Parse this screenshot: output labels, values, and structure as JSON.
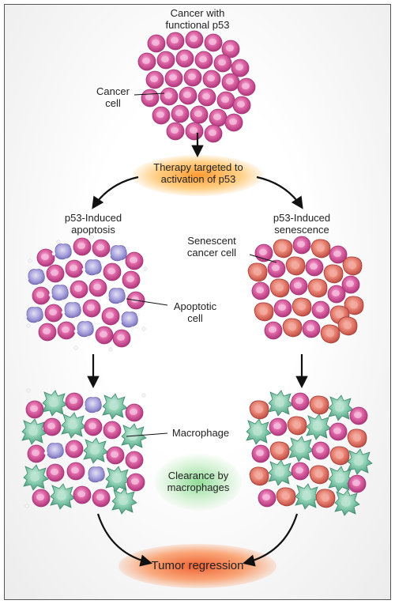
{
  "labels": {
    "top_title_line1": "Cancer with",
    "top_title_line2": "functional p53",
    "cancer_cell_line1": "Cancer",
    "cancer_cell_line2": "cell",
    "therapy_line1": "Therapy targeted to",
    "therapy_line2": "activation of p53",
    "apoptosis_line1": "p53-Induced",
    "apoptosis_line2": "apoptosis",
    "senescence_line1": "p53-Induced",
    "senescence_line2": "senescence",
    "senescent_cell_line1": "Senescent",
    "senescent_cell_line2": "cancer cell",
    "apoptotic_cell_line1": "Apoptotic",
    "apoptotic_cell_line2": "cell",
    "macrophage": "Macrophage",
    "clearance_line1": "Clearance by",
    "clearance_line2": "macrophages",
    "tumor_regression": "Tumor regression"
  },
  "colors": {
    "cancer_cell": "#d9559f",
    "cancer_cell_nucleus": "#f2a8d2",
    "apoptotic_cell": "#a8a4dc",
    "senescent_cell": "#e87a6c",
    "macrophage": "#7ec4a8",
    "arrow": "#111111",
    "therapy_glow": "#ff9a30",
    "clearance_glow": "#7fd48a",
    "regression_glow": "#f06030"
  }
}
